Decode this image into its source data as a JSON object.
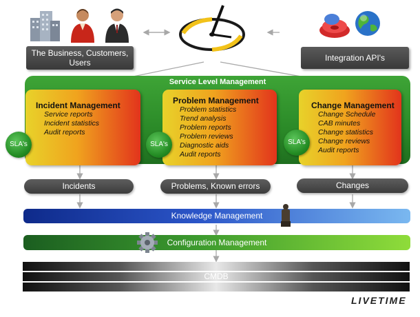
{
  "top_left": {
    "label": "The Business, Customers, Users"
  },
  "top_right": {
    "label": "Integration API's"
  },
  "band": {
    "title": "Service Level Management"
  },
  "cards": [
    {
      "title": "Incident Management",
      "items": [
        "Service reports",
        "Incident statistics",
        "Audit reports"
      ]
    },
    {
      "title": "Problem Management",
      "items": [
        "Problem statistics",
        "Trend analysis",
        "Problem reports",
        "Problem reviews",
        "Diagnostic aids",
        "Audit reports"
      ]
    },
    {
      "title": "Change Management",
      "items": [
        "Change Schedule",
        "CAB minutes",
        "Change statistics",
        "Change reviews",
        "Audit reports"
      ]
    }
  ],
  "sla_label": "SLA's",
  "outputs": [
    "Incidents",
    "Problems, Known errors",
    "Changes"
  ],
  "knowledge": {
    "label": "Knowledge Management"
  },
  "configuration": {
    "label": "Configuration Management"
  },
  "cmdb": {
    "label": "CMDB"
  },
  "brand": {
    "text": "LIVETIME"
  },
  "colors": {
    "band_green": "#2b8a28",
    "card_yellow": "#e8d22a",
    "card_red": "#e2341c",
    "knowledge_left": "#0e2a8a",
    "knowledge_right": "#7ab8f0",
    "config_left": "#1b5e20",
    "config_right": "#8fdc3a"
  },
  "icons": [
    "buildings-icon",
    "customer-person-icon",
    "business-person-icon",
    "clock-logo-icon",
    "integration-device-icon",
    "globe-icon",
    "statue-icon",
    "gear-icon"
  ]
}
